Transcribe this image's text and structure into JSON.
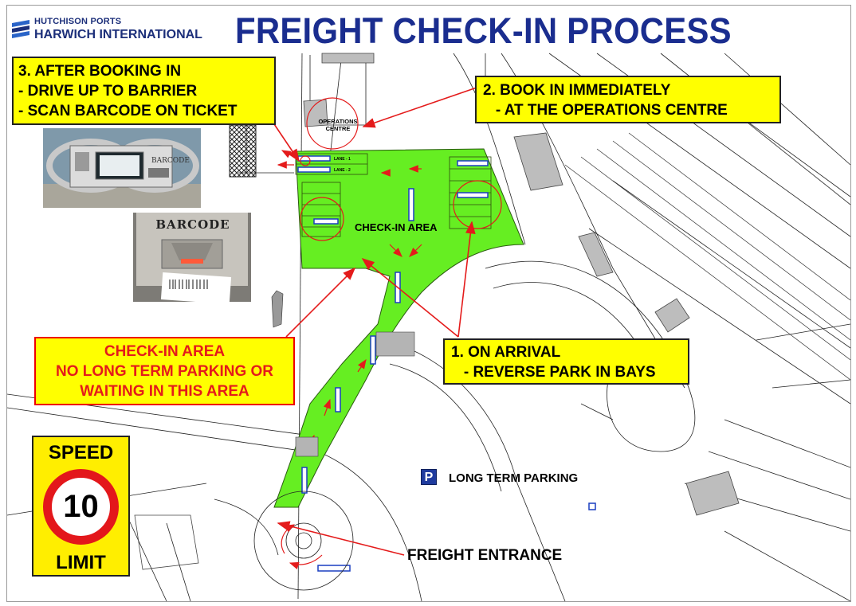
{
  "header": {
    "logo_top": "HUTCHISON PORTS",
    "logo_bottom": "HARWICH INTERNATIONAL",
    "title": "FREIGHT CHECK-IN PROCESS"
  },
  "notes": {
    "booking": [
      "3. AFTER BOOKING IN",
      " - DRIVE UP TO BARRIER",
      " - SCAN BARCODE ON TICKET"
    ],
    "book": [
      "2. BOOK IN IMMEDIATELY",
      "   - AT THE OPERATIONS CENTRE"
    ],
    "arrival": [
      "1. ON ARRIVAL",
      "   - REVERSE PARK IN BAYS"
    ],
    "checkin": [
      "CHECK-IN AREA",
      "NO LONG TERM PARKING OR",
      "WAITING IN THIS AREA"
    ]
  },
  "photos": {
    "kiosk_label": "BARCODE",
    "barcode_label": "BARCODE"
  },
  "speed_sign": {
    "top": "SPEED",
    "number": "10",
    "bottom": "LIMIT"
  },
  "map": {
    "checkin_area": "CHECK-IN AREA",
    "operations_centre": [
      "OPERATIONS",
      "CENTRE"
    ],
    "long_term_parking": "LONG TERM PARKING",
    "parking_icon": "P",
    "freight_entrance": "FREIGHT ENTRANCE",
    "lanes": [
      "LANE - 1",
      "LANE - 2"
    ]
  },
  "colors": {
    "title": "#1a2d8f",
    "note_fill": "#ffff00",
    "check_in_area": "#66ee22",
    "arrow": "#e41b1b",
    "speed_ring": "#e3171b"
  },
  "icons": [
    "hutchison-ports-logo-icon",
    "parking-icon",
    "speed-limit-sign-icon"
  ]
}
